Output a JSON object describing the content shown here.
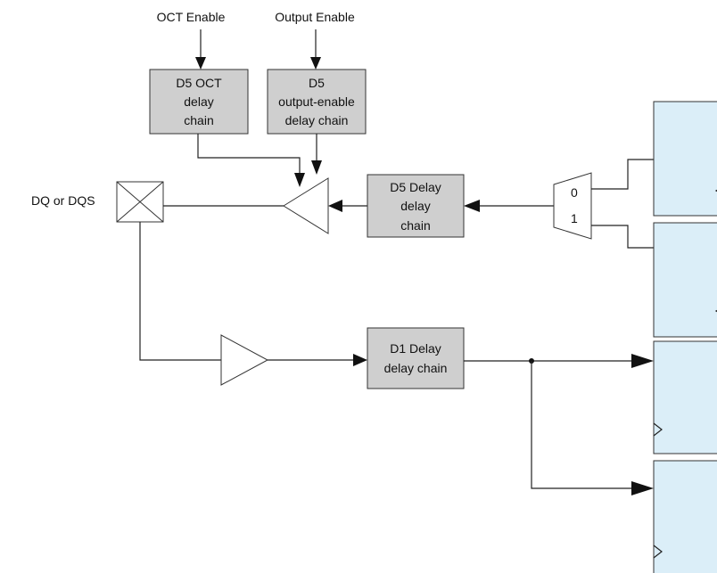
{
  "labels": {
    "oct_enable": "OCT Enable",
    "output_enable": "Output Enable",
    "pin": "DQ or DQS"
  },
  "blocks": {
    "d5_oct": [
      "D5 OCT",
      "delay",
      "chain"
    ],
    "d5_oe": [
      "D5",
      "output-enable",
      "delay chain"
    ],
    "d5_delay": [
      "D5 Delay",
      "delay",
      "chain"
    ],
    "d1_delay": [
      "D1 Delay",
      "delay chain"
    ]
  },
  "mux": {
    "input0": "0",
    "input1": "1"
  },
  "colors": {
    "grey_block": "#cfcfcf",
    "register_block": "#dbeef8"
  }
}
